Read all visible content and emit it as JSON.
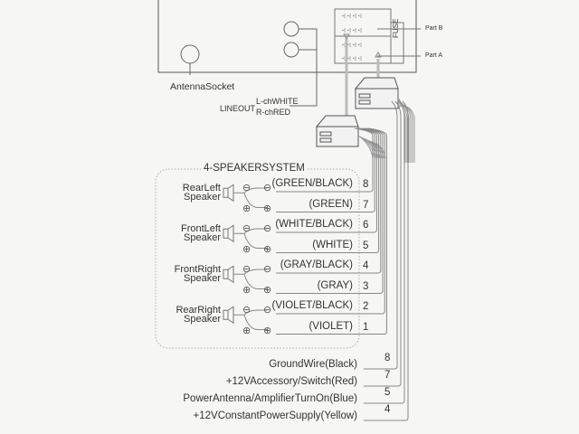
{
  "head_unit": {
    "antenna_label": "AntennaSocket",
    "lineout_label": "LINEOUT",
    "lineout_left": "L-chWHITE",
    "lineout_right": "R-chRED",
    "fuse_label": "FUSE",
    "part_b": "Part B",
    "part_a": "Part A"
  },
  "speaker_system": {
    "title": "4-SPEAKERSYSTEM",
    "speakers": [
      {
        "name_line1": "RearLeft",
        "name_line2": "Speaker",
        "wires": [
          {
            "color": "(GREEN/BLACK)",
            "pin": "8",
            "polarity": "minus"
          },
          {
            "color": "(GREEN)",
            "pin": "7",
            "polarity": "plus"
          }
        ]
      },
      {
        "name_line1": "FrontLeft",
        "name_line2": "Speaker",
        "wires": [
          {
            "color": "(WHITE/BLACK)",
            "pin": "6",
            "polarity": "minus"
          },
          {
            "color": "(WHITE)",
            "pin": "5",
            "polarity": "plus"
          }
        ]
      },
      {
        "name_line1": "FrontRight",
        "name_line2": "Speaker",
        "wires": [
          {
            "color": "(GRAY/BLACK)",
            "pin": "4",
            "polarity": "minus"
          },
          {
            "color": "(GRAY)",
            "pin": "3",
            "polarity": "plus"
          }
        ]
      },
      {
        "name_line1": "RearRight",
        "name_line2": "Speaker",
        "wires": [
          {
            "color": "(VIOLET/BLACK)",
            "pin": "2",
            "polarity": "minus"
          },
          {
            "color": "(VIOLET)",
            "pin": "1",
            "polarity": "plus"
          }
        ]
      }
    ]
  },
  "power_wires": [
    {
      "label": "GroundWire(Black)",
      "pin": "8"
    },
    {
      "label": "+12VAccessory/Switch(Red)",
      "pin": "7"
    },
    {
      "label": "PowerAntenna/AmplifierTurnOn(Blue)",
      "pin": "5"
    },
    {
      "label": "+12VConstantPowerSupply(Yellow)",
      "pin": "4"
    }
  ],
  "symbols": {
    "minus": "⊖",
    "plus": "⊕"
  }
}
